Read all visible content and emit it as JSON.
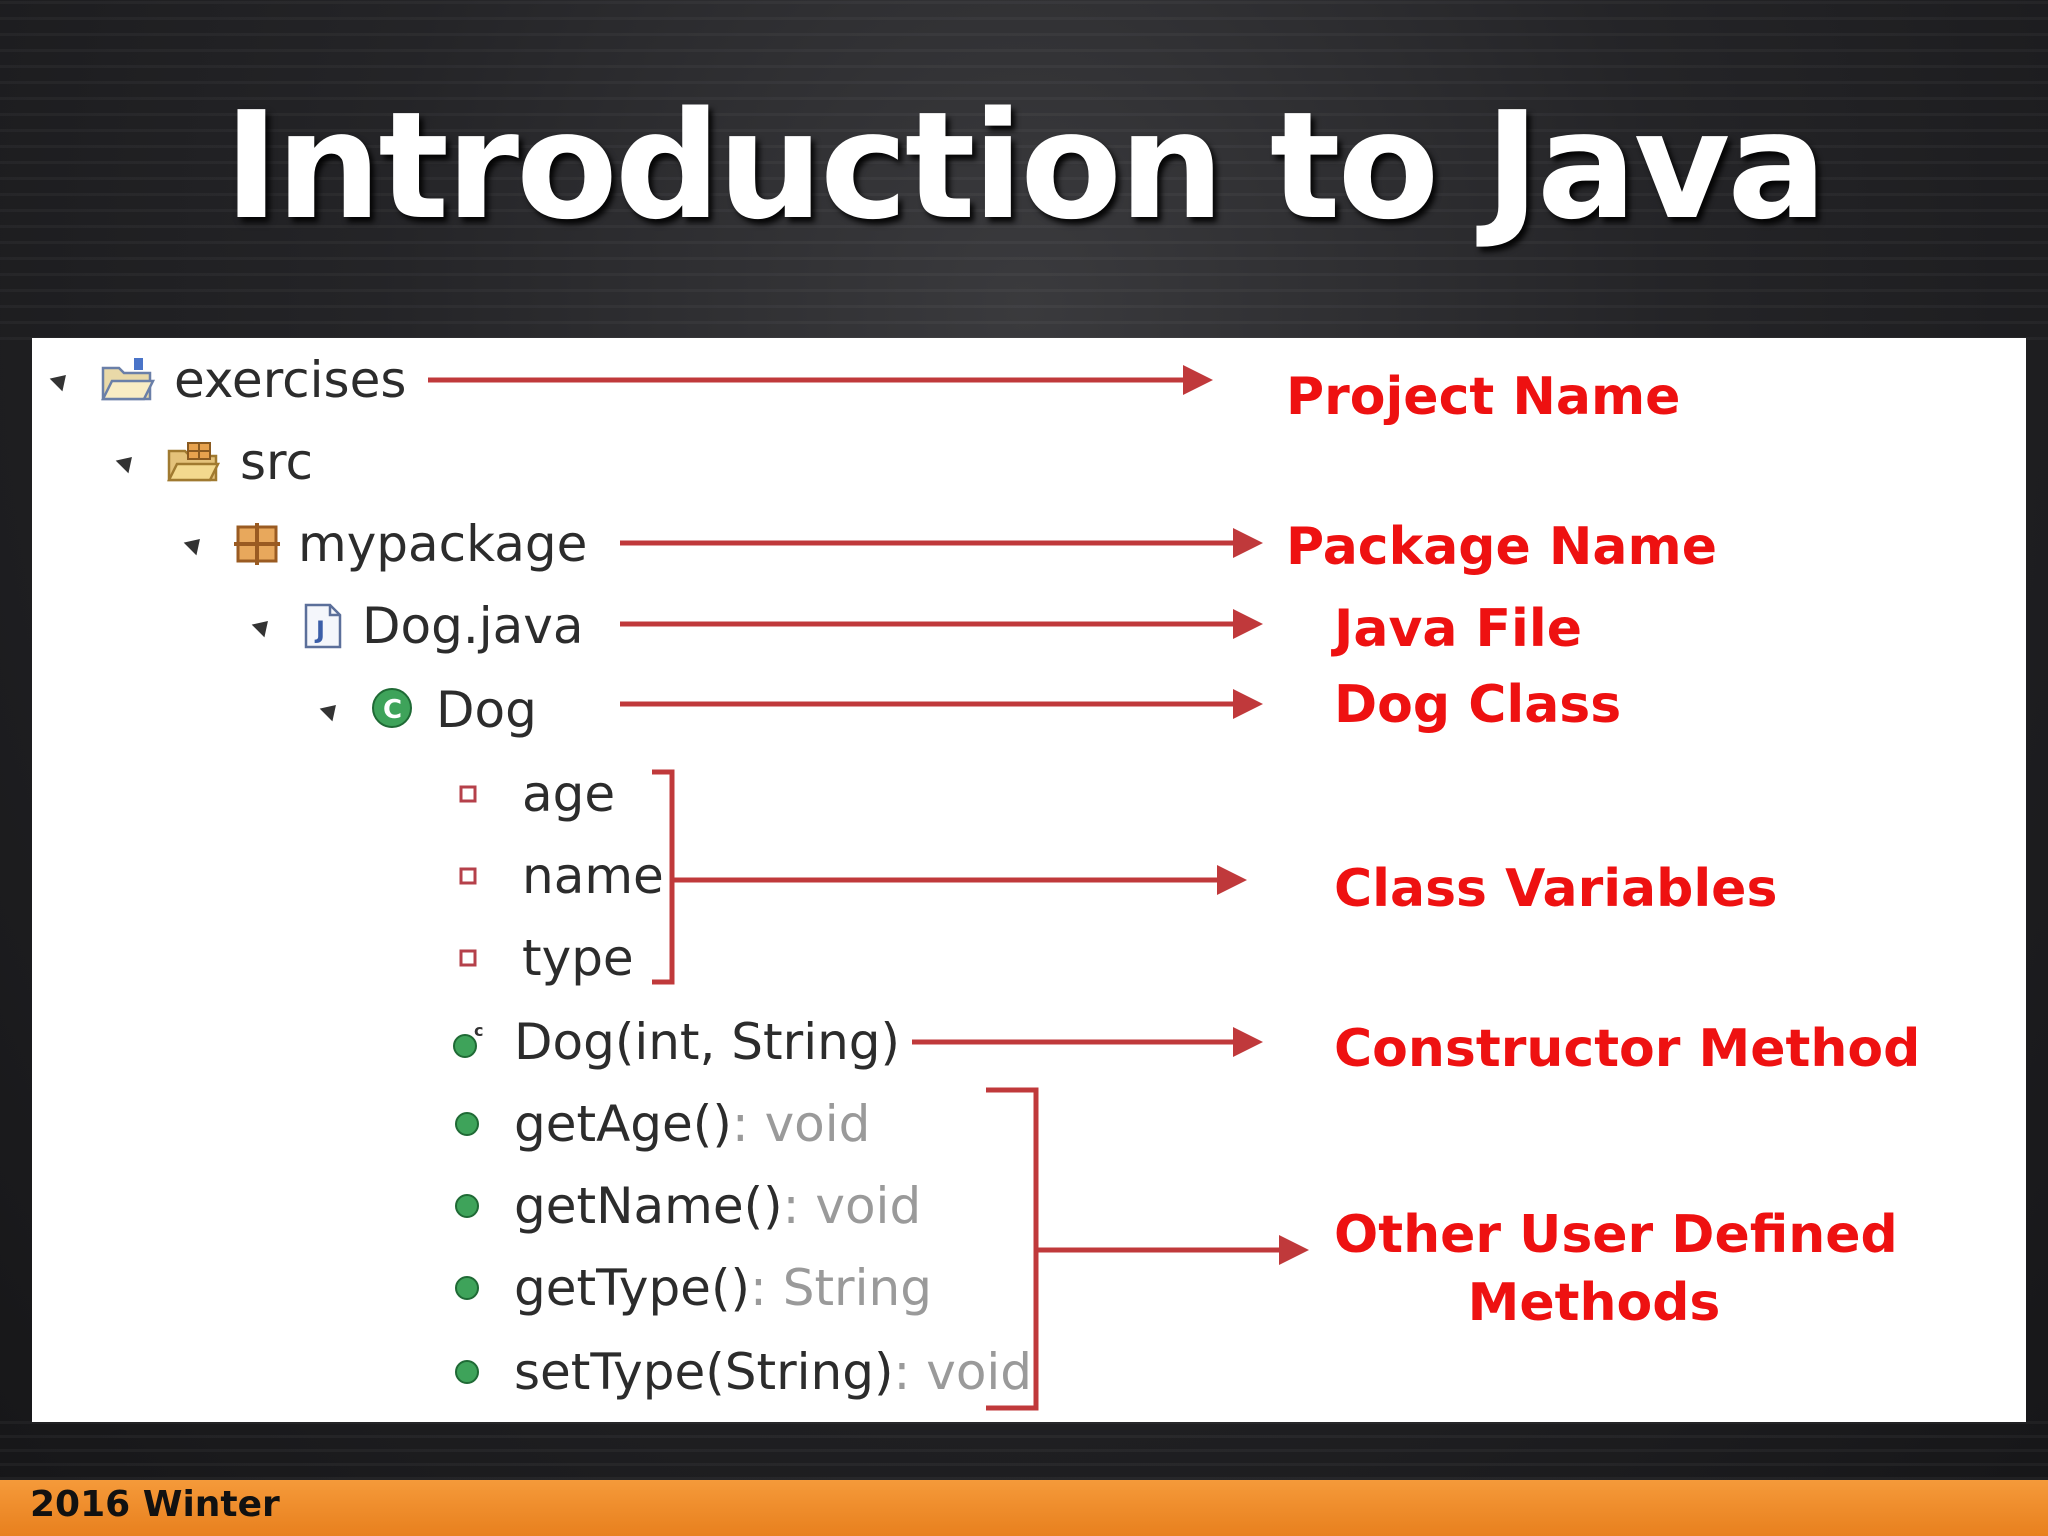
{
  "slide": {
    "title": "Introduction to Java",
    "footer": "2016 Winter"
  },
  "tree": {
    "project": "exercises",
    "src": "src",
    "package": "mypackage",
    "file": "Dog.java",
    "class": "Dog",
    "fields": [
      "age",
      "name",
      "type"
    ],
    "constructor": "Dog(int, String)",
    "methods": [
      {
        "name": "getAge()",
        "ret": " : void"
      },
      {
        "name": "getName()",
        "ret": " : void"
      },
      {
        "name": "getType()",
        "ret": " : String"
      },
      {
        "name": "setType(String)",
        "ret": " : void"
      }
    ]
  },
  "labels": {
    "project_name": "Project Name",
    "package_name": "Package Name",
    "java_file": "Java File",
    "dog_class": "Dog Class",
    "class_variables": "Class Variables",
    "constructor_method": "Constructor Method",
    "other_methods_line1": "Other User Defined",
    "other_methods_line2": "Methods"
  },
  "colors": {
    "annotation_text": "#ee1111",
    "arrow": "#c0393b",
    "footer_bar": "#f08a28"
  }
}
